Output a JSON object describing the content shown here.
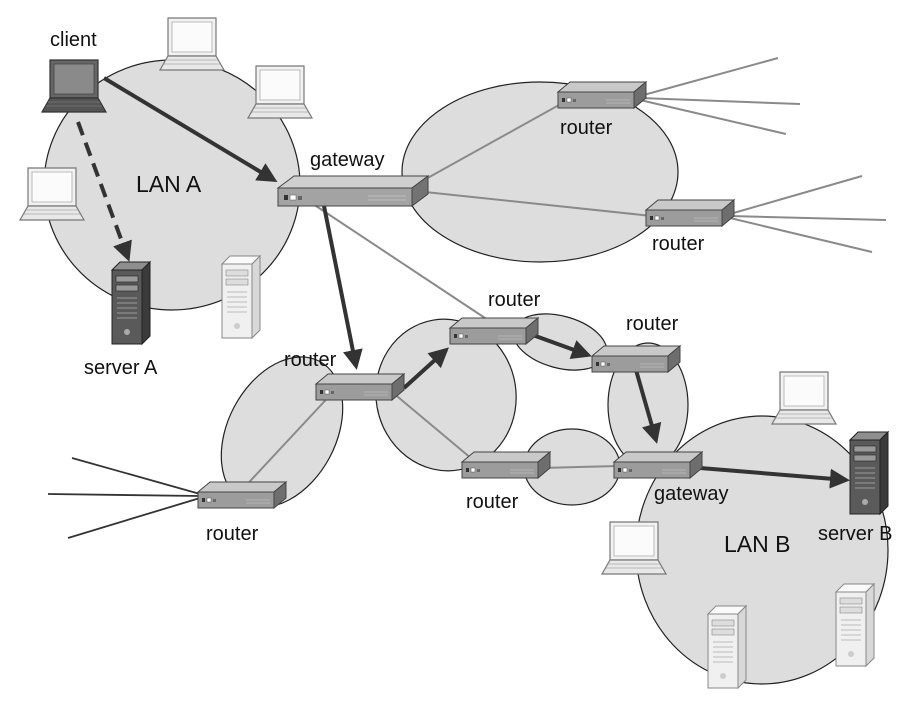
{
  "colors": {
    "region_fill": "#dddddd",
    "region_stroke": "#222222",
    "link_line": "#8a8a8a",
    "route_arrow": "#333333",
    "device_body": "#9a9a9a"
  },
  "icons": {
    "laptop": "laptop-icon",
    "router": "router-icon",
    "server": "server-icon"
  },
  "labels": {
    "client": "client",
    "lan_a": "LAN A",
    "server_a": "server A",
    "gateway_a": "gateway",
    "router_top": "router",
    "router_right": "router",
    "router_mid_left": "router",
    "router_mid_center": "router",
    "router_mid_right": "router",
    "router_bottom_left": "router",
    "router_bottom_center": "router",
    "gateway_b": "gateway",
    "lan_b": "LAN B",
    "server_b": "server B"
  }
}
